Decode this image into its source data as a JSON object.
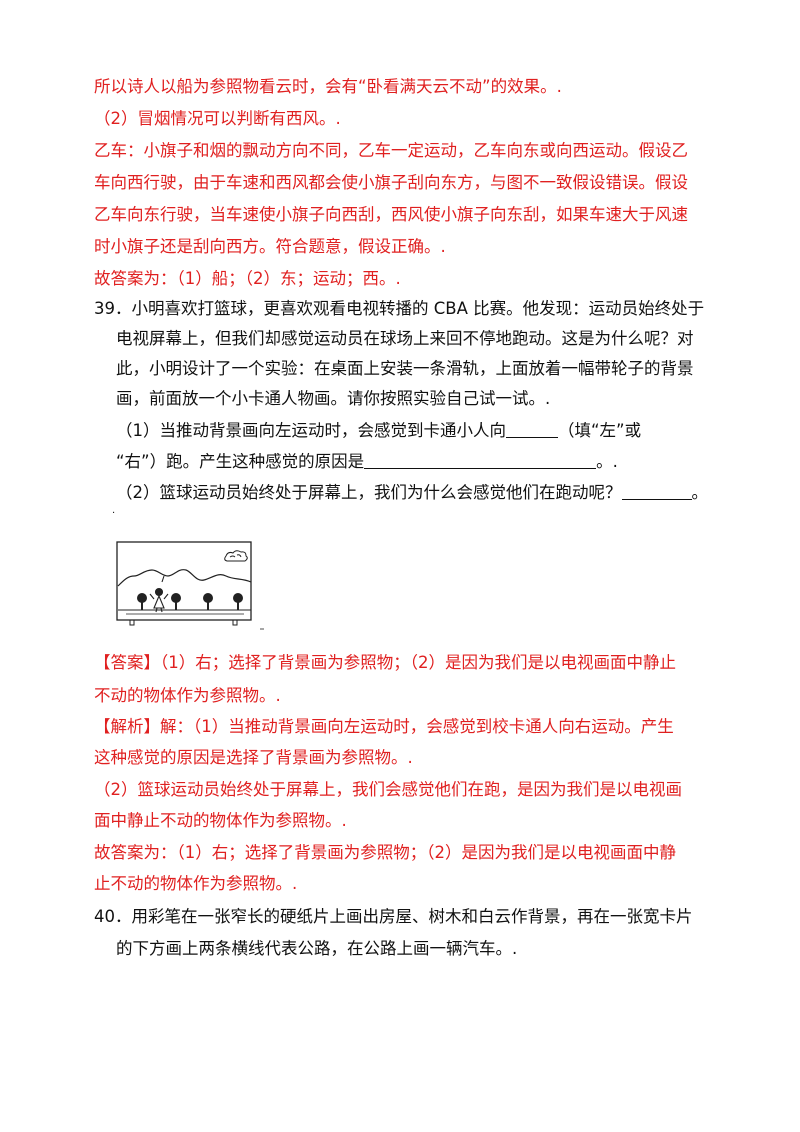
{
  "sec_a": {
    "l1": "所以诗人以船为参照物看云时，会有“卧看满天云不动”的效果。.",
    "l2": "（2）冒烟情况可以判断有西风。.",
    "l3": "乙车：小旗子和烟的飘动方向不同，乙车一定运动，乙车向东或向西运动。假设乙",
    "l4": "车向西行驶，由于车速和西风都会使小旗子刮向东方，与图不一致假设错误。假设",
    "l5": "乙车向东行驶，当车速使小旗子向西刮，西风使小旗子向东刮，如果车速大于风速",
    "l6": "时小旗子还是刮向西方。符合题意，假设正确。.",
    "l7": "故答案为：（1）船；（2）东；运动；西。."
  },
  "q39": {
    "l1": "39．小明喜欢打篮球，更喜欢观看电视转播的 CBA 比赛。他发现：运动员始终处于",
    "l2": "电视屏幕上，但我们却感觉运动员在球场上来回不停地跑动。这是为什么呢？对",
    "l3": "此，小明设计了一个实验：在桌面上安装一条滑轨，上面放着一幅带轮子的背景",
    "l4": "画，前面放一个小卡通人物画。请你按照实验自己试一试。.",
    "p1a": "（1）当推动背景画向左运动时，会感觉到卡通小人向",
    "p1b": "（填“左”或",
    "p1c": "“右”）跑。产生这种感觉的原因是",
    "p1d": "。.",
    "p2a": "（2）篮球运动员始终处于屏幕上，我们为什么会感觉他们在跑动呢？",
    "p2b": "。",
    "dot": "."
  },
  "answer": {
    "tag": "【答案】",
    "l1": "（1）右；选择了背景画为参照物；（2）是因为我们是以电视画面中静止",
    "l2": "不动的物体作为参照物。."
  },
  "analysis": {
    "tag": "【解析】",
    "l1": "解：（1）当推动背景画向左运动时，会感觉到校卡通人向右运动。产生",
    "l2": "这种感觉的原因是选择了背景画为参照物。.",
    "l3": "（2）篮球运动员始终处于屏幕上，我们会感觉他们在跑，是因为我们是以电视画",
    "l4": "面中静止不动的物体作为参照物。.",
    "l5": "故答案为：（1）右；选择了背景画为参照物；（2）是因为我们是以电视画面中静",
    "l6": "止不动的物体作为参照物。."
  },
  "q40": {
    "l1": "40．用彩笔在一张窄长的硬纸片上画出房屋、树木和白云作背景，再在一张宽卡片",
    "l2": "的下方画上两条横线代表公路，在公路上画一辆汽车。."
  },
  "colors": {
    "answer_red": "#e02020",
    "text": "#111111"
  }
}
